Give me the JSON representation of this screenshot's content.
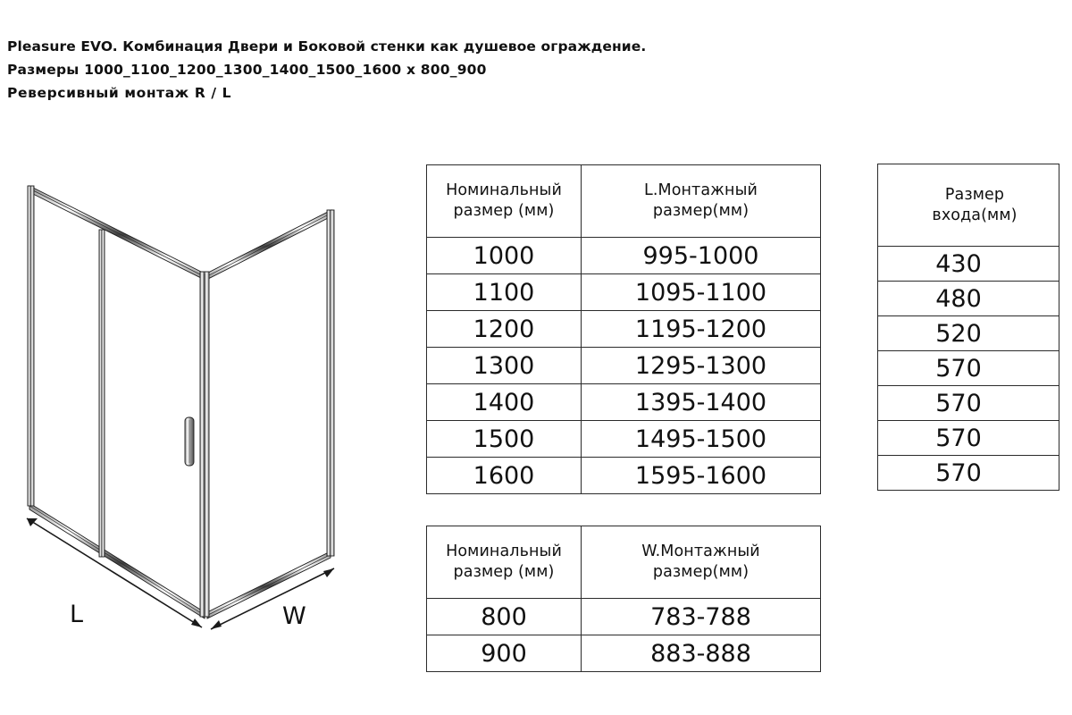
{
  "heading": {
    "line1": "Pleasure EVO. Комбинация Двери и Боковой стенки как душевое ограждение.",
    "line2": "Размеры 1000_1100_1200_1300_1400_1500_1600 x 800_900",
    "line3": "Реверсивный монтаж  R / L"
  },
  "drawing": {
    "label_l": "L",
    "label_w": "W",
    "line_color": "#1a1a1a",
    "glass_fill": "#ffffff"
  },
  "tables": {
    "length_mounting": {
      "headers": [
        "Номинальный\nразмер (мм)",
        "L.Монтажный\nразмер(мм)"
      ],
      "header_nominal_line1": "Номинальный",
      "header_nominal_line2": "размер (мм)",
      "header_mounting_line1": "L.Монтажный",
      "header_mounting_line2": "размер(мм)",
      "rows": [
        {
          "nominal": "1000",
          "mounting": "995-1000"
        },
        {
          "nominal": "1100",
          "mounting": "1095-1100"
        },
        {
          "nominal": "1200",
          "mounting": "1195-1200"
        },
        {
          "nominal": "1300",
          "mounting": "1295-1300"
        },
        {
          "nominal": "1400",
          "mounting": "1395-1400"
        },
        {
          "nominal": "1500",
          "mounting": "1495-1500"
        },
        {
          "nominal": "1600",
          "mounting": "1595-1600"
        }
      ]
    },
    "width_mounting": {
      "header_nominal_line1": "Номинальный",
      "header_nominal_line2": "размер (мм)",
      "header_mounting_line1": "W.Монтажный",
      "header_mounting_line2": "размер(мм)",
      "rows": [
        {
          "nominal": "800",
          "mounting": "783-788"
        },
        {
          "nominal": "900",
          "mounting": "883-888"
        }
      ]
    },
    "entry_size": {
      "header_line1": "Размер",
      "header_line2": "входа(мм)",
      "rows": [
        {
          "value": "430"
        },
        {
          "value": "480"
        },
        {
          "value": "520"
        },
        {
          "value": "570"
        },
        {
          "value": "570"
        },
        {
          "value": "570"
        },
        {
          "value": "570"
        }
      ]
    }
  }
}
